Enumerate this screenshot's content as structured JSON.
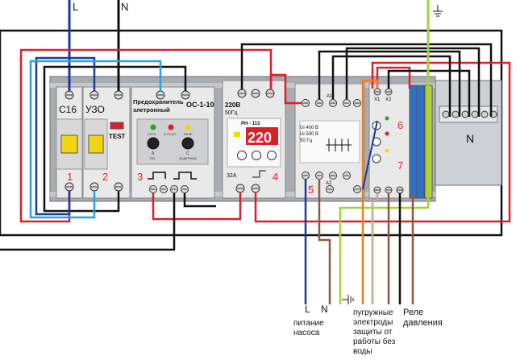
{
  "supply": {
    "phase": "L",
    "neutral": "N"
  },
  "modules": [
    {
      "id": "c16",
      "label": "C16",
      "number": "1"
    },
    {
      "id": "uzo",
      "label": "УЗО",
      "number": "2",
      "test_label": "TEST"
    },
    {
      "id": "os",
      "title_line1": "Предохранитель",
      "title_line2": "элетронный",
      "model": "ОС-1-10",
      "number": "3",
      "indicator_labels": [
        "СЕТЬ",
        "ОТСЧЕТ",
        "РЕЛЕ"
      ],
      "knob_a_label": "А",
      "knob_a_caption": "ТОК",
      "knob_c_label": "С",
      "knob_c_caption": "ЗАДЕРЖКА"
    },
    {
      "id": "rn",
      "voltage": "220В",
      "freq": "50Гц",
      "model": "РН - 113",
      "display": "220",
      "rating": "32А",
      "number": "4"
    },
    {
      "id": "contactor",
      "spec_line1": "Ui 400 В",
      "spec_line2": "Ui 500 В",
      "spec_line3": "50 Гц",
      "number": "5",
      "terminal_top": "A1",
      "terminal_bottom": "A2"
    },
    {
      "id": "level_relay",
      "number": "6",
      "number2": "7",
      "terminals_top": [
        "X1",
        "X2"
      ]
    },
    {
      "id": "busbar",
      "label": "N"
    }
  ],
  "labels": {
    "pump_l": "L",
    "pump_n": "N",
    "pump_caption": [
      "питание",
      "насоса"
    ],
    "electrodes_caption": [
      "пугружные",
      "электроды",
      "защиты от",
      "работы без",
      "воды"
    ],
    "pressure_caption": [
      "Реле",
      "давления"
    ]
  },
  "colors": {
    "phase": "#1a3a9c",
    "neutral": "#111111",
    "red": "#e01e2b",
    "cyan": "#2aa3dc",
    "ground": "#9ed43a",
    "brown": "#8b5a3c",
    "orange": "#f07f1a",
    "panel": "#a7aab0",
    "module": "#e9e9e9"
  }
}
